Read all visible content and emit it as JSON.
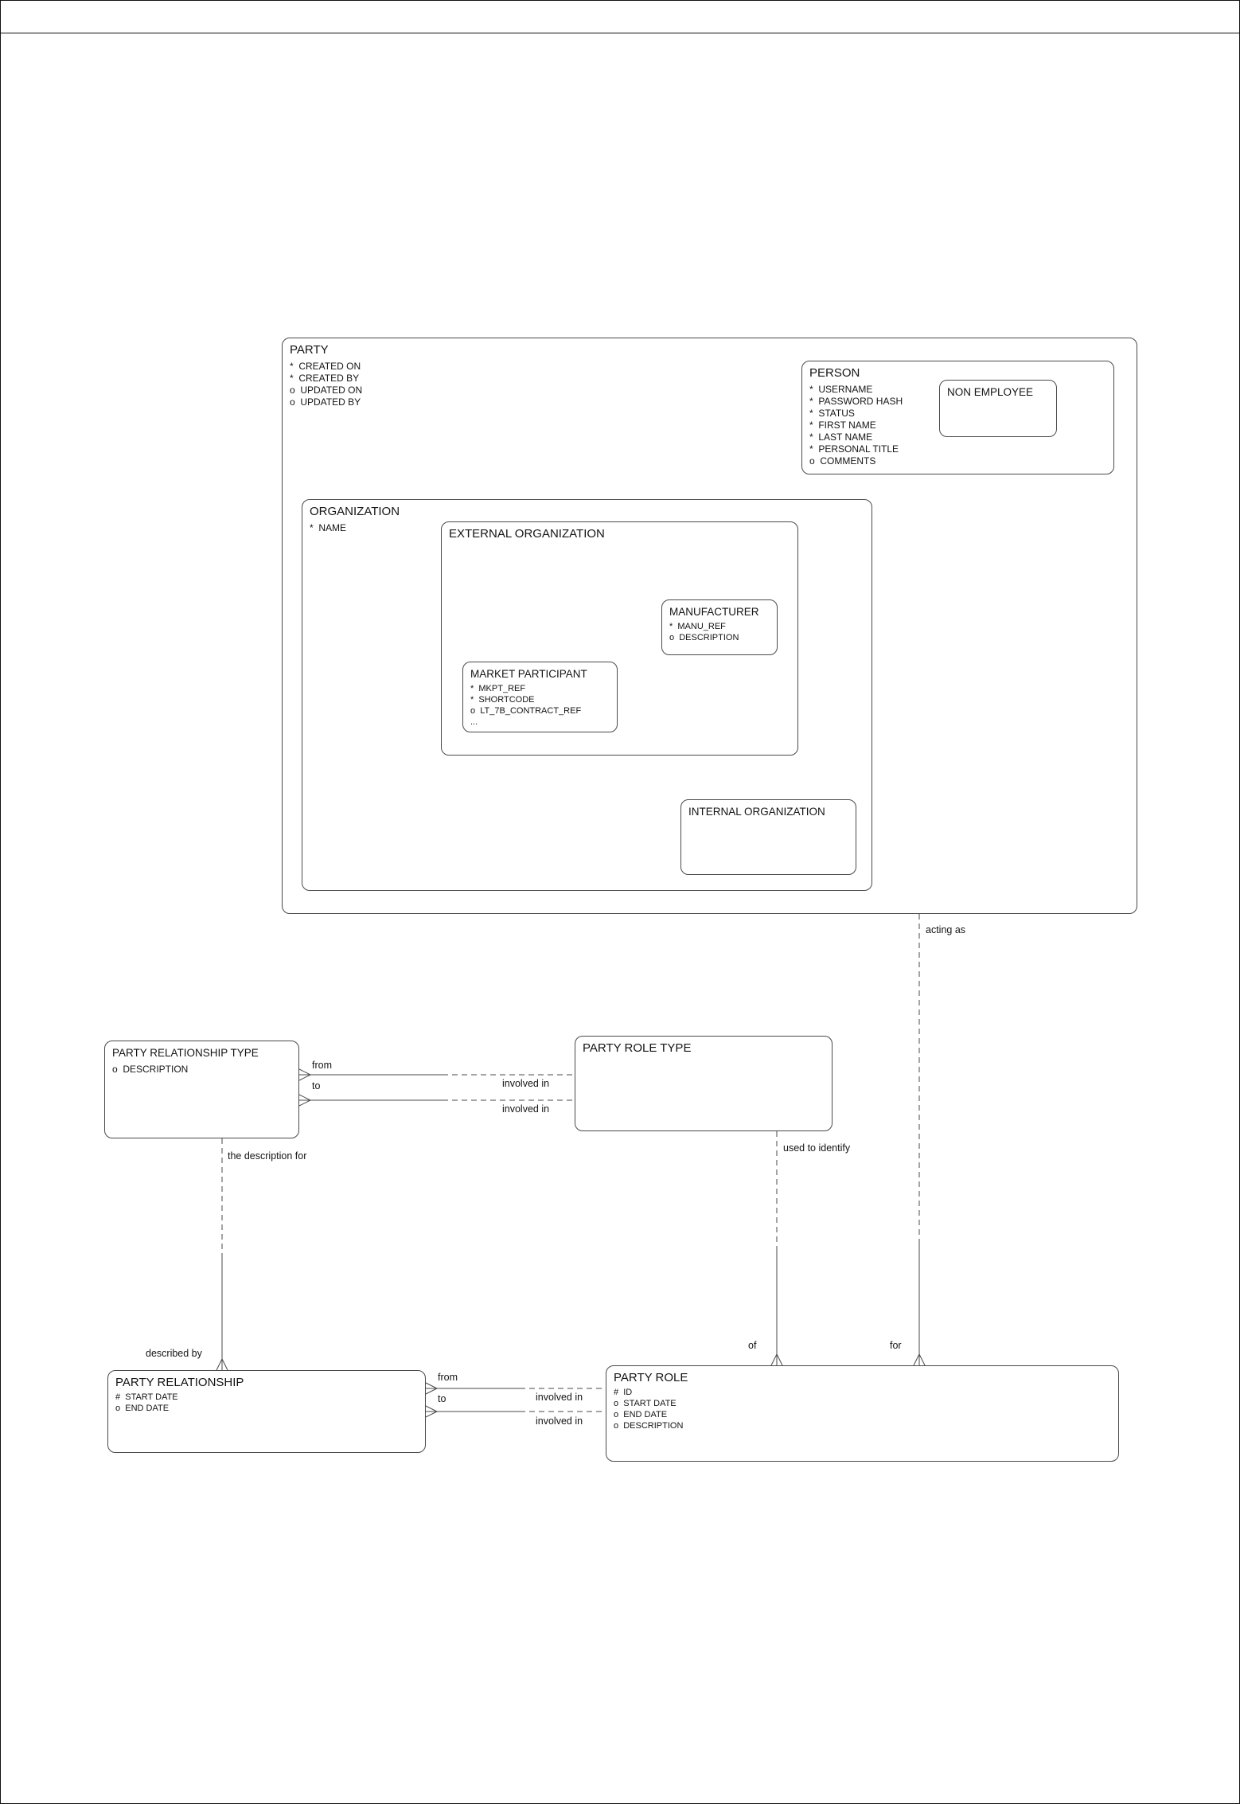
{
  "entities": {
    "party": {
      "title": "PARTY",
      "attrs": [
        "*  CREATED ON",
        "*  CREATED BY",
        "o  UPDATED ON",
        "o  UPDATED BY"
      ]
    },
    "person": {
      "title": "PERSON",
      "attrs": [
        "*  USERNAME",
        "*  PASSWORD HASH",
        "*  STATUS",
        "*  FIRST NAME",
        "*  LAST NAME",
        "*  PERSONAL TITLE",
        "o  COMMENTS"
      ]
    },
    "non_employee": {
      "title": "NON EMPLOYEE"
    },
    "organization": {
      "title": "ORGANIZATION",
      "attrs": [
        "*  NAME"
      ]
    },
    "external_organization": {
      "title": "EXTERNAL ORGANIZATION"
    },
    "manufacturer": {
      "title": "MANUFACTURER",
      "attrs": [
        "*  MANU_REF",
        "o  DESCRIPTION"
      ]
    },
    "market_participant": {
      "title": "MARKET PARTICIPANT",
      "attrs": [
        "*  MKPT_REF",
        "*  SHORTCODE",
        "o  LT_7B_CONTRACT_REF",
        "..."
      ]
    },
    "internal_organization": {
      "title": "INTERNAL ORGANIZATION"
    },
    "party_relationship_type": {
      "title": "PARTY RELATIONSHIP TYPE",
      "attrs": [
        "o  DESCRIPTION"
      ]
    },
    "party_role_type": {
      "title": "PARTY ROLE TYPE"
    },
    "party_relationship": {
      "title": "PARTY RELATIONSHIP",
      "attrs": [
        "#  START DATE",
        "o  END DATE"
      ]
    },
    "party_role": {
      "title": "PARTY ROLE",
      "attrs": [
        "#  ID",
        "o  START DATE",
        "o  END DATE",
        "o  DESCRIPTION"
      ]
    }
  },
  "labels": {
    "acting_as": "acting as",
    "for_label": "for",
    "used_to_identify": "used to identify",
    "of_label": "of",
    "the_description_for": "the description for",
    "described_by": "described by",
    "type_from": "from",
    "type_to": "to",
    "type_involved_in_1": "involved in",
    "type_involved_in_2": "involved in",
    "rel_from": "from",
    "rel_to": "to",
    "rel_involved_in_1": "involved in",
    "rel_involved_in_2": "involved in"
  }
}
